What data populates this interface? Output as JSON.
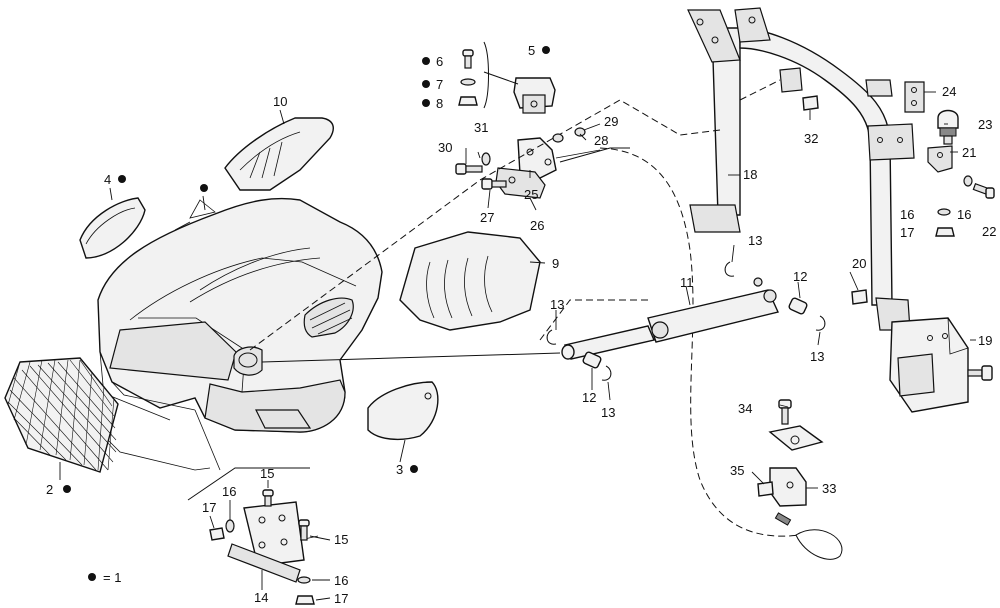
{
  "legend": {
    "symbol": "●",
    "text": "= 1"
  },
  "parts": [
    {
      "id": "p1",
      "label": "2",
      "dot": true
    },
    {
      "id": "p2",
      "label": "3",
      "dot": true
    },
    {
      "id": "p3",
      "label": "4",
      "dot": true
    },
    {
      "id": "p4",
      "label": "",
      "dot": true
    },
    {
      "id": "p5",
      "label": "5",
      "dot": true
    },
    {
      "id": "p6",
      "label": "6",
      "dot": true
    },
    {
      "id": "p7",
      "label": "7",
      "dot": true
    },
    {
      "id": "p8",
      "label": "8",
      "dot": true
    },
    {
      "id": "p9",
      "label": "9",
      "dot": false
    },
    {
      "id": "p10",
      "label": "10",
      "dot": false
    },
    {
      "id": "p11",
      "label": "11",
      "dot": false
    },
    {
      "id": "p12a",
      "label": "12",
      "dot": false
    },
    {
      "id": "p12b",
      "label": "12",
      "dot": false
    },
    {
      "id": "p13a",
      "label": "13",
      "dot": false
    },
    {
      "id": "p13b",
      "label": "13",
      "dot": false
    },
    {
      "id": "p13c",
      "label": "13",
      "dot": false
    },
    {
      "id": "p13d",
      "label": "13",
      "dot": false
    },
    {
      "id": "p14",
      "label": "14",
      "dot": false
    },
    {
      "id": "p15a",
      "label": "15",
      "dot": false
    },
    {
      "id": "p15b",
      "label": "15",
      "dot": false
    },
    {
      "id": "p16a",
      "label": "16",
      "dot": false
    },
    {
      "id": "p16b",
      "label": "16",
      "dot": false
    },
    {
      "id": "p16c",
      "label": "16",
      "dot": false
    },
    {
      "id": "p16d",
      "label": "16",
      "dot": false
    },
    {
      "id": "p17a",
      "label": "17",
      "dot": false
    },
    {
      "id": "p17b",
      "label": "17",
      "dot": false
    },
    {
      "id": "p17c",
      "label": "17",
      "dot": false
    },
    {
      "id": "p18",
      "label": "18",
      "dot": false
    },
    {
      "id": "p19",
      "label": "19",
      "dot": false
    },
    {
      "id": "p20",
      "label": "20",
      "dot": false
    },
    {
      "id": "p21",
      "label": "21",
      "dot": false
    },
    {
      "id": "p22",
      "label": "22",
      "dot": false
    },
    {
      "id": "p23",
      "label": "23",
      "dot": false
    },
    {
      "id": "p24",
      "label": "24",
      "dot": false
    },
    {
      "id": "p25",
      "label": "25",
      "dot": false
    },
    {
      "id": "p26",
      "label": "26",
      "dot": false
    },
    {
      "id": "p27",
      "label": "27",
      "dot": false
    },
    {
      "id": "p28",
      "label": "28",
      "dot": false
    },
    {
      "id": "p29",
      "label": "29",
      "dot": false
    },
    {
      "id": "p30",
      "label": "30",
      "dot": false
    },
    {
      "id": "p31",
      "label": "31",
      "dot": false
    },
    {
      "id": "p32",
      "label": "32",
      "dot": false
    },
    {
      "id": "p33",
      "label": "33",
      "dot": false
    },
    {
      "id": "p34",
      "label": "34",
      "dot": false
    },
    {
      "id": "p35",
      "label": "35",
      "dot": false
    }
  ]
}
